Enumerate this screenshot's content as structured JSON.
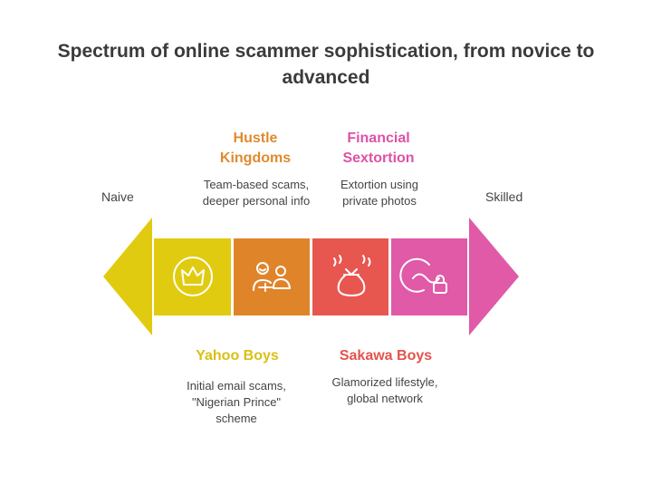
{
  "title_lines": [
    "Spectrum of online scammer sophistication, from novice to",
    "advanced"
  ],
  "ends": {
    "left": "Naive",
    "right": "Skilled"
  },
  "categories": [
    {
      "title_lines": [
        "Yahoo Boys"
      ],
      "desc_lines": [
        "Initial email scams,",
        "\"Nigerian Prince\"",
        "scheme"
      ],
      "color": "#e0cb10",
      "title_color": "#d9bf14",
      "icon": "crown-icon"
    },
    {
      "title_lines": [
        "Hustle",
        "Kingdoms"
      ],
      "desc_lines": [
        "Team-based scams,",
        "deeper personal info"
      ],
      "color": "#e0842a",
      "title_color": "#e08a2f",
      "icon": "team-key-icon"
    },
    {
      "title_lines": [
        "Sakawa Boys"
      ],
      "desc_lines": [
        "Glamorized lifestyle,",
        "global network"
      ],
      "color": "#e85650",
      "title_color": "#e4534d",
      "icon": "money-bag-icon"
    },
    {
      "title_lines": [
        "Financial",
        "Sextortion"
      ],
      "desc_lines": [
        "Extortion using",
        "private photos"
      ],
      "color": "#e05aa8",
      "title_color": "#de52a6",
      "icon": "lock-eye-icon"
    }
  ]
}
